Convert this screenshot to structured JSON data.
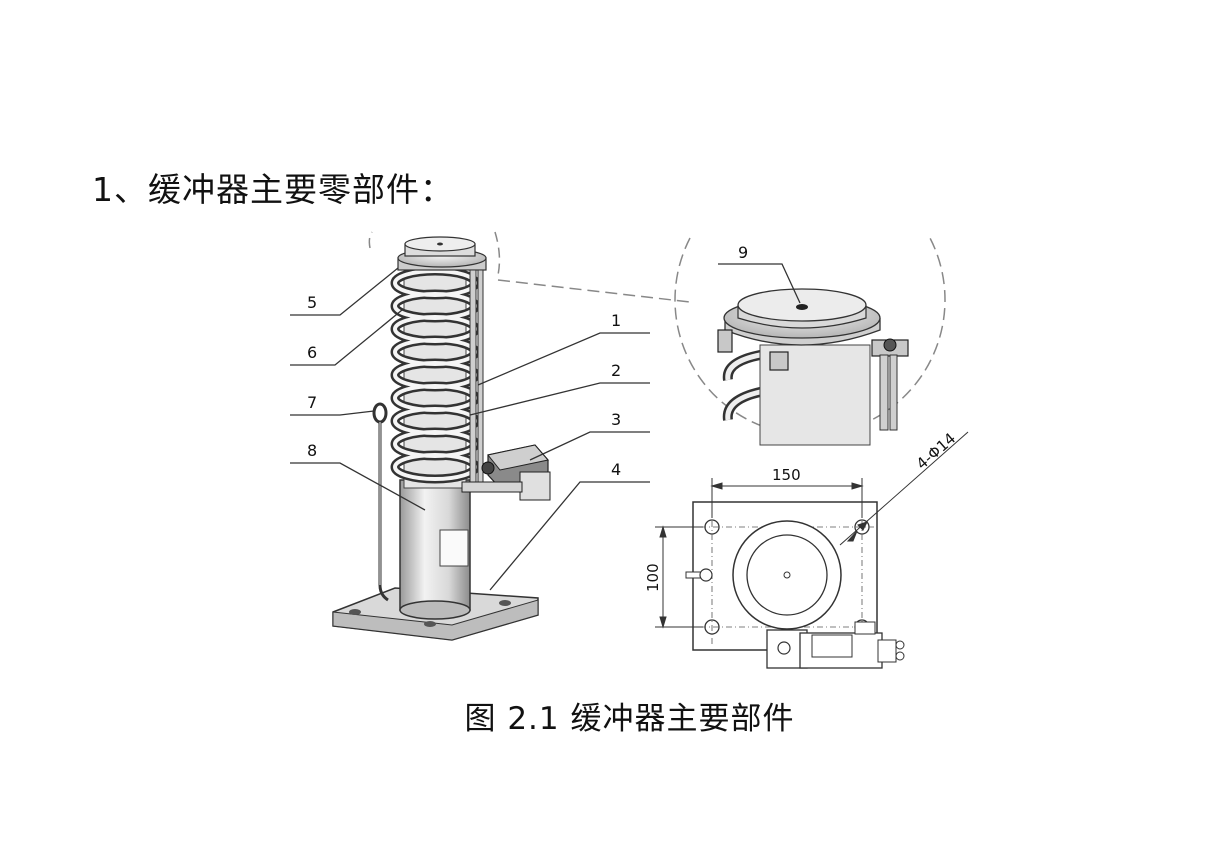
{
  "heading": "1、缓冲器主要零部件：",
  "caption": "图 2.1  缓冲器主要部件",
  "callouts": [
    "1",
    "2",
    "3",
    "4",
    "5",
    "6",
    "7",
    "8",
    "9"
  ],
  "dimensions": {
    "width": "150",
    "height": "100",
    "holes": "4-Φ14"
  }
}
